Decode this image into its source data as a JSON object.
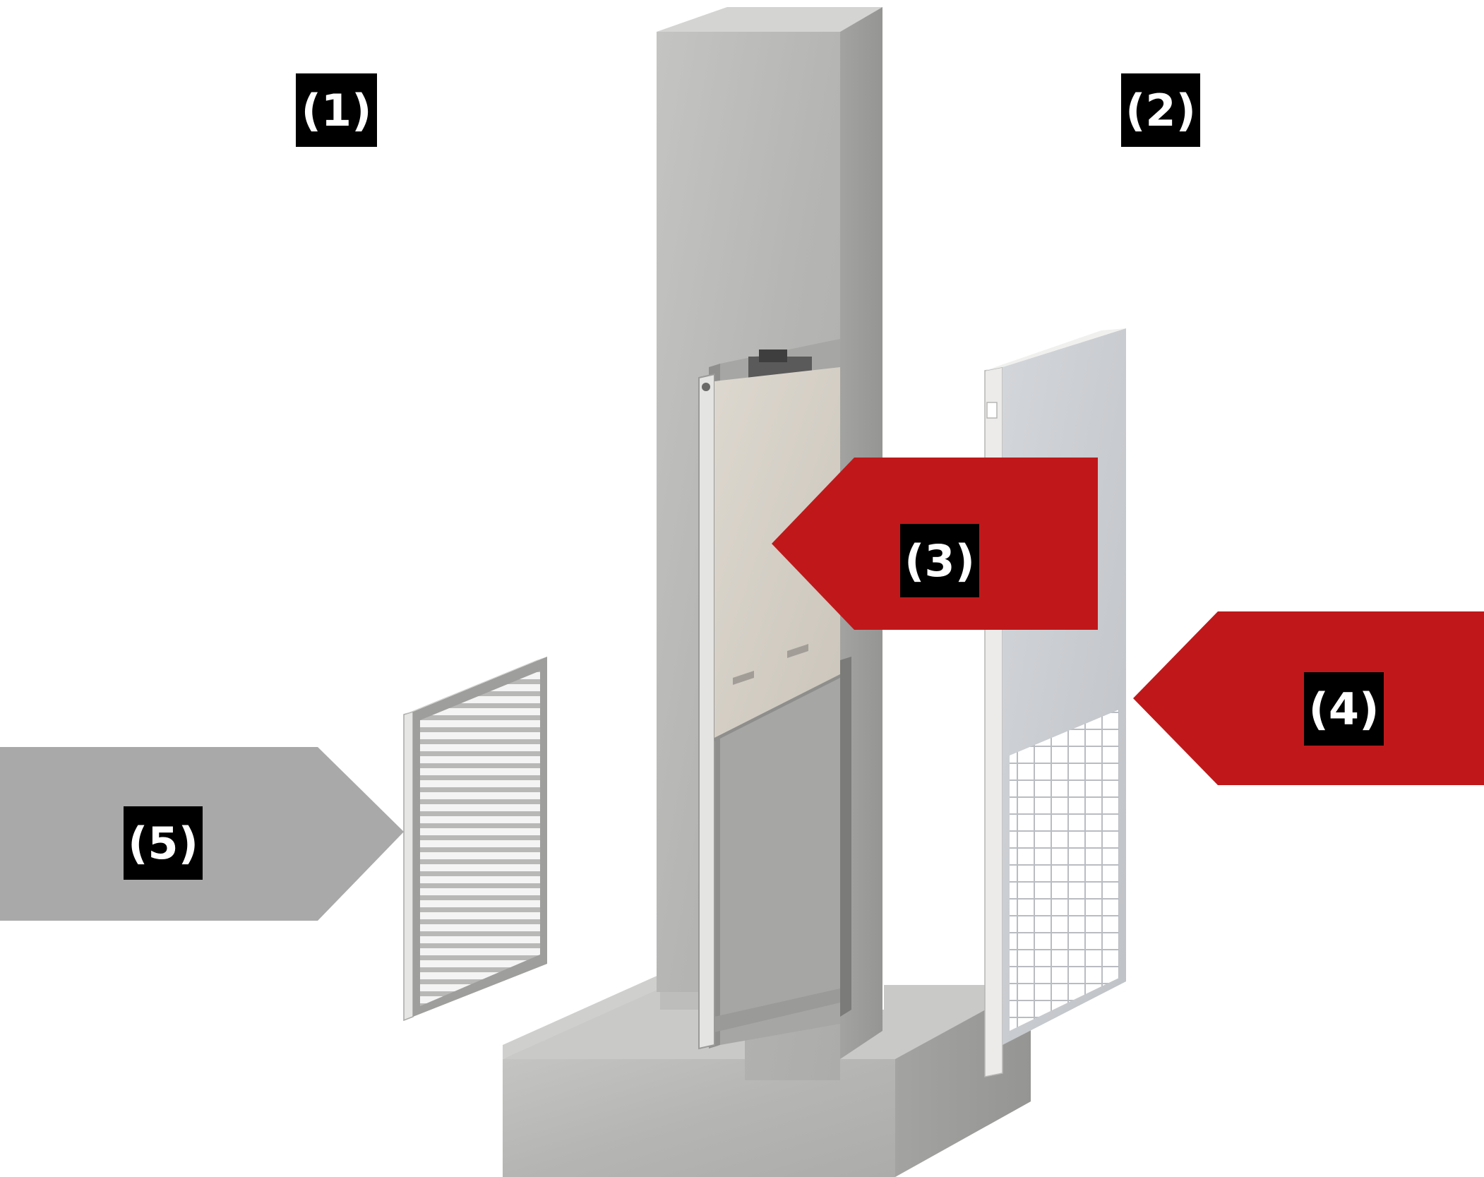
{
  "labels": {
    "zone_1": "(1)",
    "zone_2": "(2)",
    "item_3": "(3)",
    "item_4": "(4)",
    "item_5": "(5)"
  },
  "colors": {
    "background": "#ffffff",
    "label_box": "#000000",
    "label_text": "#ffffff",
    "arrow_red": "#c0181a",
    "arrow_grey": "#a9a9a9",
    "concrete": "#b9b9b7",
    "concrete_dark": "#9d9d9b",
    "concrete_light": "#cfcfcd",
    "panel_beige": "#d5d0c8",
    "frame_light": "#e9e9e7",
    "grille_panel": "#c9ccd0"
  },
  "icons": {
    "wall": "concrete-wall-cutaway",
    "fire_damper": "fire-damper-panel",
    "cover_panel": "cover-panel-with-mesh",
    "grille": "ventilation-grille"
  }
}
